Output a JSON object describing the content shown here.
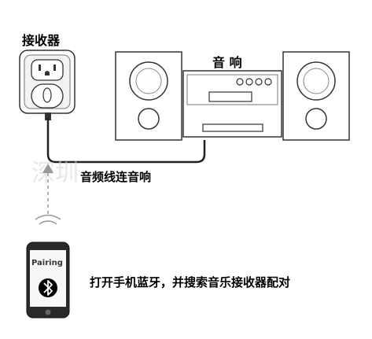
{
  "labels": {
    "receiver": "接收器",
    "speaker": "音 响",
    "cable": "音频线连音响",
    "instruction": "打开手机蓝牙，并搜索音乐接收器配对"
  },
  "phone": {
    "screen_text": "Pairing",
    "icon": "bluetooth-icon"
  },
  "watermark": "深圳",
  "colors": {
    "stroke": "#333333",
    "device_fill": "#ffffff",
    "phone_body": "#2a2a2a",
    "bluetooth_badge": "#000000"
  }
}
